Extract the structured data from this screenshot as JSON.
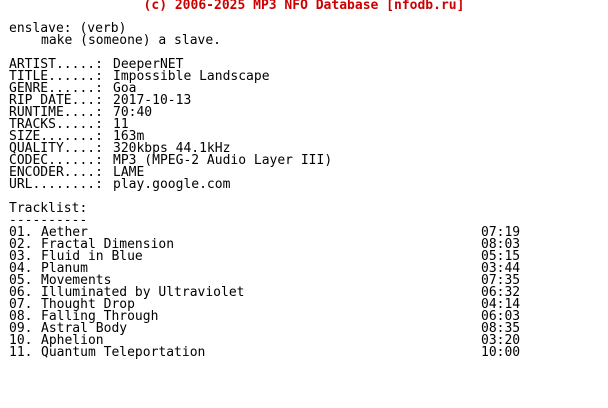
{
  "banner": "(c) 2006-2025 MP3 NFO Database [nfodb.ru]",
  "definition": {
    "word_line": "enslave: (verb)",
    "meaning": "make (someone) a slave."
  },
  "info": [
    {
      "label": "ARTIST.....:",
      "value": "DeeperNET"
    },
    {
      "label": "TITLE......:",
      "value": "Impossible Landscape"
    },
    {
      "label": "GENRE......:",
      "value": "Goa"
    },
    {
      "label": "RIP DATE...:",
      "value": "2017-10-13"
    },
    {
      "label": "RUNTIME....:",
      "value": "70:40"
    },
    {
      "label": "TRACKS.....:",
      "value": "11"
    },
    {
      "label": "SIZE.......:",
      "value": "163m"
    },
    {
      "label": "QUALITY....:",
      "value": "320kbps 44.1kHz"
    },
    {
      "label": "CODEC......:",
      "value": "MP3 (MPEG-2 Audio Layer III)"
    },
    {
      "label": "ENCODER....:",
      "value": "LAME"
    },
    {
      "label": "URL........:",
      "value": "play.google.com"
    }
  ],
  "tracklist": {
    "heading": "Tracklist:",
    "underline": "----------",
    "tracks": [
      {
        "num": "01.",
        "title": "Aether",
        "time": "07:19"
      },
      {
        "num": "02.",
        "title": "Fractal Dimension",
        "time": "08:03"
      },
      {
        "num": "03.",
        "title": "Fluid in Blue",
        "time": "05:15"
      },
      {
        "num": "04.",
        "title": "Planum",
        "time": "03:44"
      },
      {
        "num": "05.",
        "title": "Movements",
        "time": "07:35"
      },
      {
        "num": "06.",
        "title": "Illuminated by Ultraviolet",
        "time": "06:32"
      },
      {
        "num": "07.",
        "title": "Thought Drop",
        "time": "04:14"
      },
      {
        "num": "08.",
        "title": "Falling Through",
        "time": "06:03"
      },
      {
        "num": "09.",
        "title": "Astral Body",
        "time": "08:35"
      },
      {
        "num": "10.",
        "title": "Aphelion",
        "time": "03:20"
      },
      {
        "num": "11.",
        "title": "Quantum Teleportation",
        "time": "10:00"
      }
    ]
  }
}
